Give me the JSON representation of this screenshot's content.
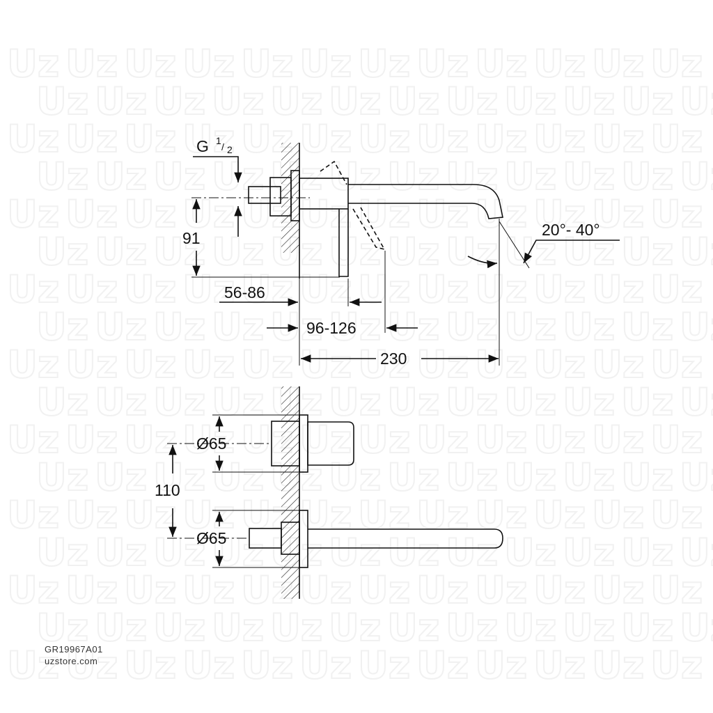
{
  "watermark": {
    "text": "Uz"
  },
  "dimensions": {
    "thread": {
      "prefix": "G",
      "num": "1",
      "den": "2"
    },
    "height_top": "91",
    "wall_depth": "56-86",
    "handle_depth": "96-126",
    "projection": "230",
    "angle": {
      "from": "20°",
      "sep": "- ",
      "to": "40°"
    },
    "diameter_upper": "Ø65",
    "diameter_lower": "Ø65",
    "spacing": "110"
  },
  "footer": {
    "code": "GR19967A01",
    "site": "uzstore.com"
  }
}
